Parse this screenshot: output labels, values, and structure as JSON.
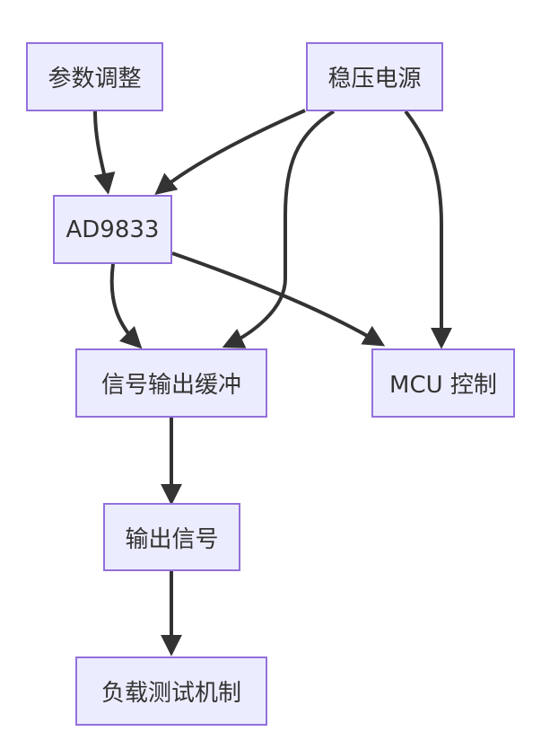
{
  "nodes": {
    "param_adjust": "参数调整",
    "regulated_power": "稳压电源",
    "ad9833": "AD9833",
    "signal_buffer": "信号输出缓冲",
    "mcu_control": "MCU 控制",
    "output_signal": "输出信号",
    "load_test": "负载测试机制"
  },
  "edges": [
    {
      "from": "param_adjust",
      "to": "ad9833"
    },
    {
      "from": "regulated_power",
      "to": "ad9833"
    },
    {
      "from": "regulated_power",
      "to": "signal_buffer"
    },
    {
      "from": "regulated_power",
      "to": "mcu_control"
    },
    {
      "from": "ad9833",
      "to": "signal_buffer"
    },
    {
      "from": "ad9833",
      "to": "mcu_control"
    },
    {
      "from": "signal_buffer",
      "to": "output_signal"
    },
    {
      "from": "output_signal",
      "to": "load_test"
    }
  ],
  "colors": {
    "node_fill": "#ECECFF",
    "node_border": "#9370DB",
    "edge": "#333333",
    "text": "#333333"
  }
}
